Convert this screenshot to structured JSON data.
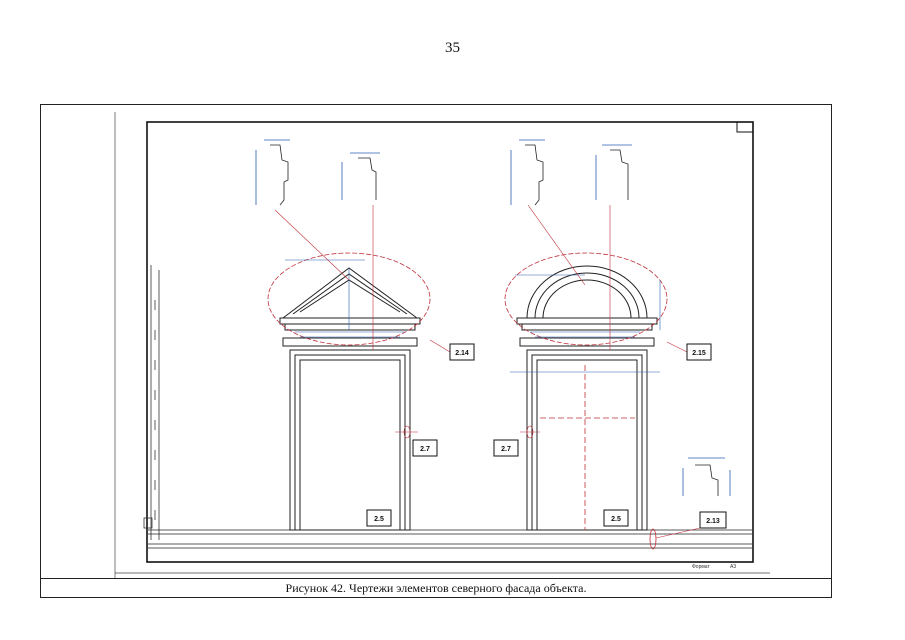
{
  "page": {
    "number": "35"
  },
  "caption": "Рисунок 42. Чертежи элементов северного фасада объекта.",
  "labels": {
    "l214": "2.14",
    "l215": "2.15",
    "l27a": "2.7",
    "l27b": "2.7",
    "l25a": "2.5",
    "l25b": "2.5",
    "l213": "2.13"
  },
  "stamp": {
    "left": "Формат",
    "right": "А3"
  },
  "colors": {
    "line": "#222222",
    "dim": "#2a5fb0",
    "red": "#c0303a"
  }
}
